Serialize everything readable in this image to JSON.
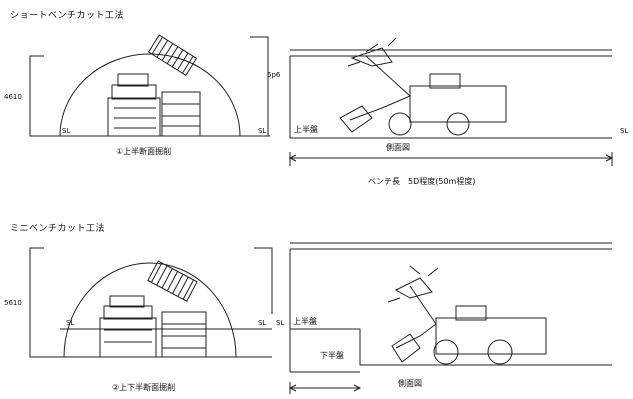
{
  "section1": {
    "title": "ショートベンチカット工法",
    "height_left": "4610",
    "height_right": "5p6",
    "sl_left": "SL",
    "sl_mid": "SL",
    "sl_right": "SL",
    "upper_level": "上半盤",
    "caption_front": "①上半断面掘削",
    "caption_side": "側面図",
    "bench_length": "ベンチ長　5D程度(50m程度)"
  },
  "section2": {
    "title": "ミニベンチカット工法",
    "height_left": "5610",
    "sl_left": "SL",
    "sl_mid1": "SL",
    "sl_mid2": "SL",
    "upper_level": "上半盤",
    "lower_level": "下半盤",
    "caption_front": "②上下半断面掘削",
    "caption_side": "側面図"
  },
  "colors": {
    "line": "#222222",
    "background": "#ffffff"
  }
}
